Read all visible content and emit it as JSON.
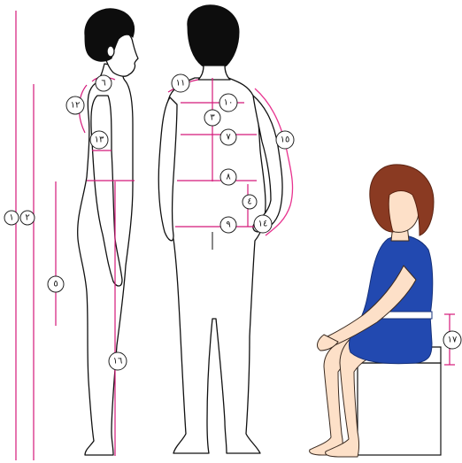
{
  "figure": {
    "markers": [
      {
        "id": "m1",
        "text": "١"
      },
      {
        "id": "m2",
        "text": "٢"
      },
      {
        "id": "m3",
        "text": "٣"
      },
      {
        "id": "m4",
        "text": "٤"
      },
      {
        "id": "m5",
        "text": "٥"
      },
      {
        "id": "m6",
        "text": "٦"
      },
      {
        "id": "m7",
        "text": "٧"
      },
      {
        "id": "m8",
        "text": "٨"
      },
      {
        "id": "m9",
        "text": "٩"
      },
      {
        "id": "m10",
        "text": "١٠"
      },
      {
        "id": "m11",
        "text": "١١"
      },
      {
        "id": "m12",
        "text": "١٢"
      },
      {
        "id": "m13",
        "text": "١٣"
      },
      {
        "id": "m14",
        "text": "١٤"
      },
      {
        "id": "m15",
        "text": "١٥"
      },
      {
        "id": "m16",
        "text": "١٦"
      },
      {
        "id": "m17",
        "text": "١٧"
      }
    ],
    "colors": {
      "measure_line": "#d4197a",
      "dress": "#2249b0",
      "hair_child": "#8a3a22",
      "hair_adult": "#0d0d0d",
      "skin": "#fde0c8"
    }
  }
}
